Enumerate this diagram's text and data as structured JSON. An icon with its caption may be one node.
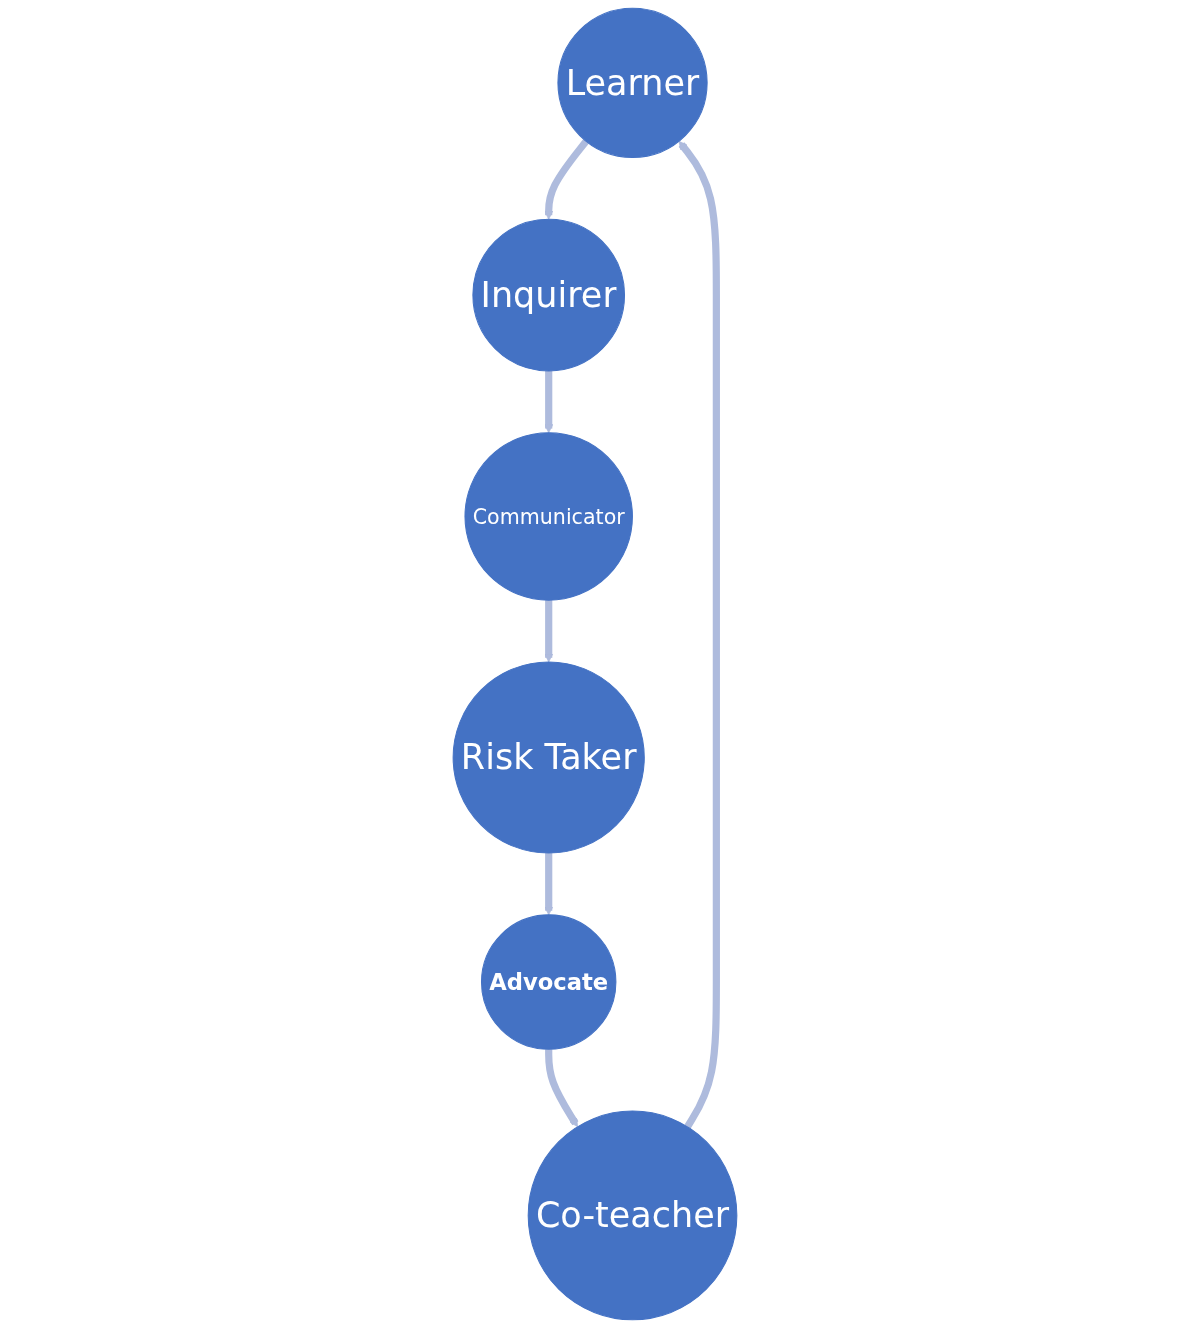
{
  "diagram": {
    "nodes": [
      {
        "text": [
          "Learner"
        ]
      },
      {
        "text": [
          "Inquirer"
        ]
      },
      {
        "text": [
          "Communicator"
        ]
      },
      {
        "text": [
          "Risk Taker"
        ]
      },
      {
        "text": [
          "Advocate"
        ]
      },
      {
        "text": [
          "Co-teacher"
        ]
      }
    ],
    "edges": [
      {
        "from": 0,
        "to": 1,
        "arrow": "to"
      },
      {
        "from": 1,
        "to": 2,
        "arrow": "to"
      },
      {
        "from": 2,
        "to": 3,
        "arrow": "to"
      },
      {
        "from": 3,
        "to": 4,
        "arrow": "to"
      },
      {
        "from": 4,
        "to": 5,
        "arrow": "to"
      },
      {
        "from": 5,
        "to": 0,
        "arrow": "to"
      }
    ]
  }
}
